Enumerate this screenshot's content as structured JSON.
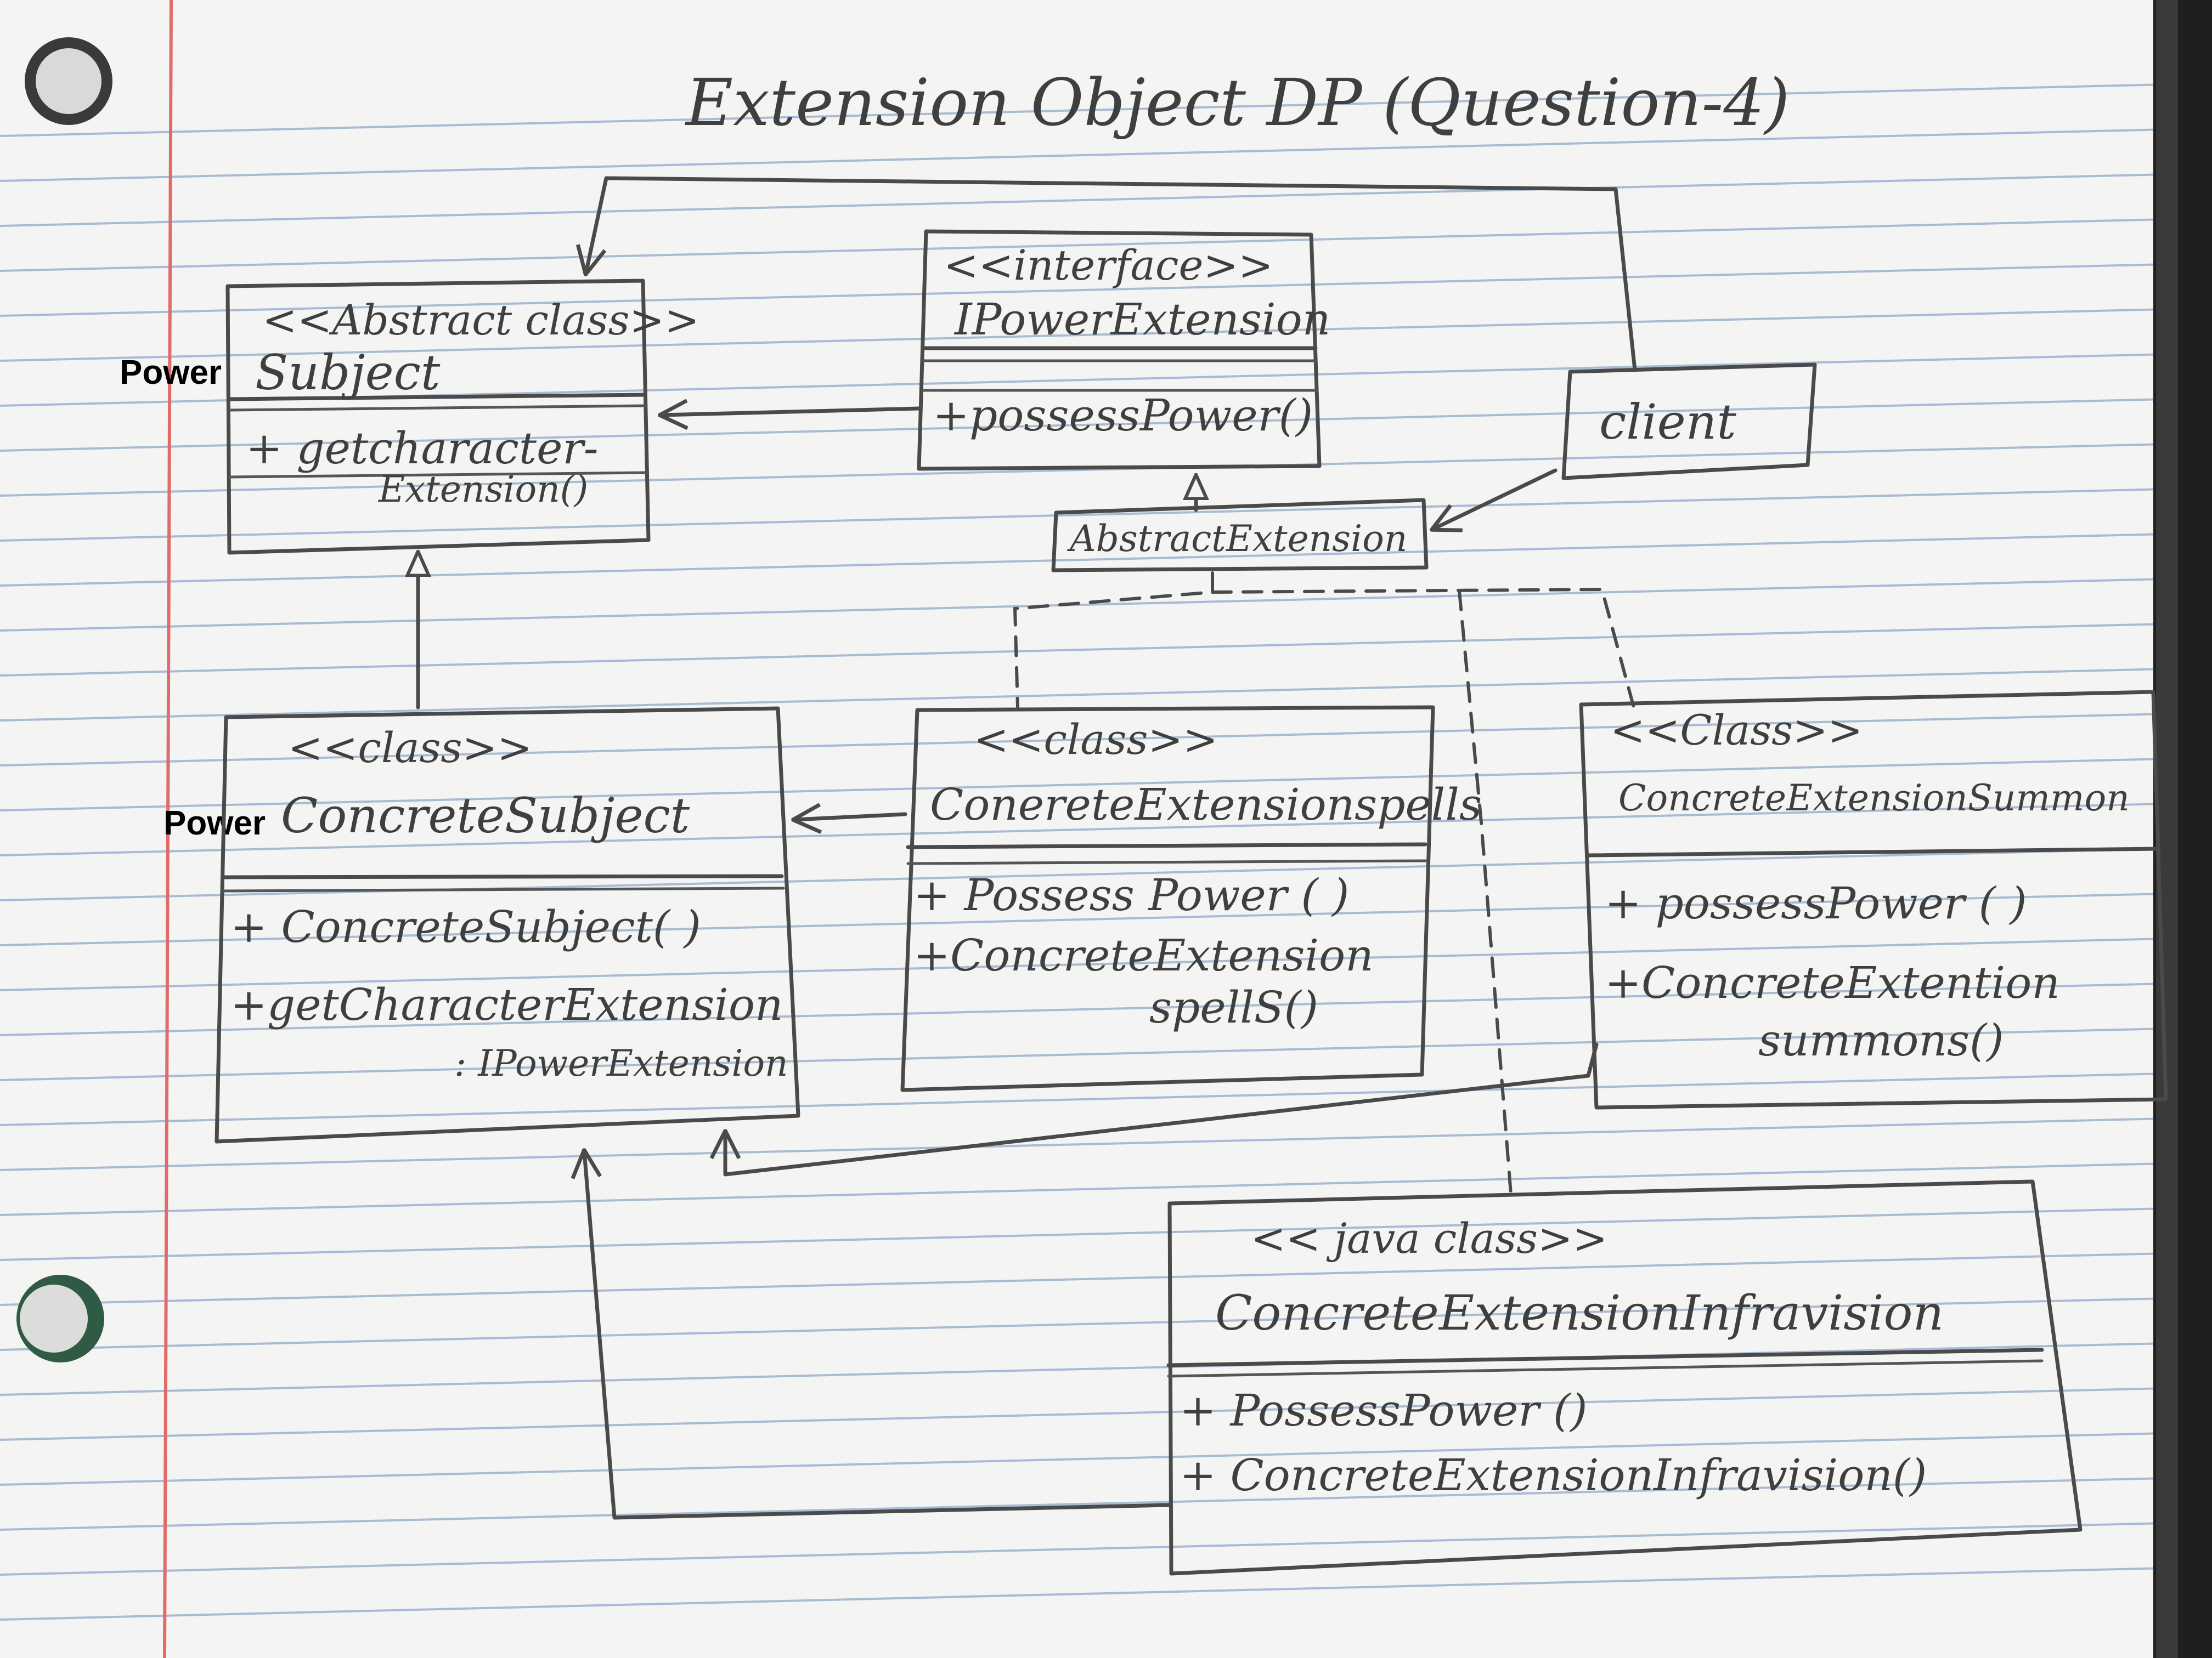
{
  "title": "Extension Object DP (Question-4)",
  "margin_labels": {
    "subject_prefix": "Power",
    "concrete_subject_prefix": "Power"
  },
  "boxes": {
    "abstract_subject": {
      "stereotype": "<<Abstract class>>",
      "name": "Subject",
      "members": [
        "+ getcharacter-",
        "Extension()"
      ]
    },
    "interface": {
      "stereotype": "<<interface>>",
      "name": "IPowerExtension",
      "members": [
        "+possessPower()"
      ]
    },
    "client": {
      "name": "client"
    },
    "abstract_extension": {
      "name": "AbstractExtension"
    },
    "concrete_subject": {
      "stereotype": "<<class>>",
      "name": "ConcreteSubject",
      "members": [
        "+ ConcreteSubject( )",
        "+getCharacterExtension",
        ": IPowerExtension"
      ]
    },
    "spells": {
      "stereotype": "<<class>>",
      "name": "ConereteExtensionspells",
      "members": [
        "+ Possess Power ( )",
        "+ConcreteExtension",
        "spellS()"
      ]
    },
    "summons": {
      "stereotype": "<<Class>>",
      "name": "ConcreteExtensionSummon",
      "members": [
        "+ possessPower ( )",
        "+ConcreteExtention",
        "summons()"
      ]
    },
    "infravision": {
      "stereotype": "<< java class>>",
      "name": "ConcreteExtensionInfravision",
      "members": [
        "+ PossessPower ()",
        "+ ConcreteExtensionInfravision()"
      ]
    }
  },
  "colors": {
    "paper": "#f4f4f2",
    "rule_line": "#8aa4c8",
    "margin_line": "#e06b6b",
    "pencil": "#4a4a4a"
  }
}
